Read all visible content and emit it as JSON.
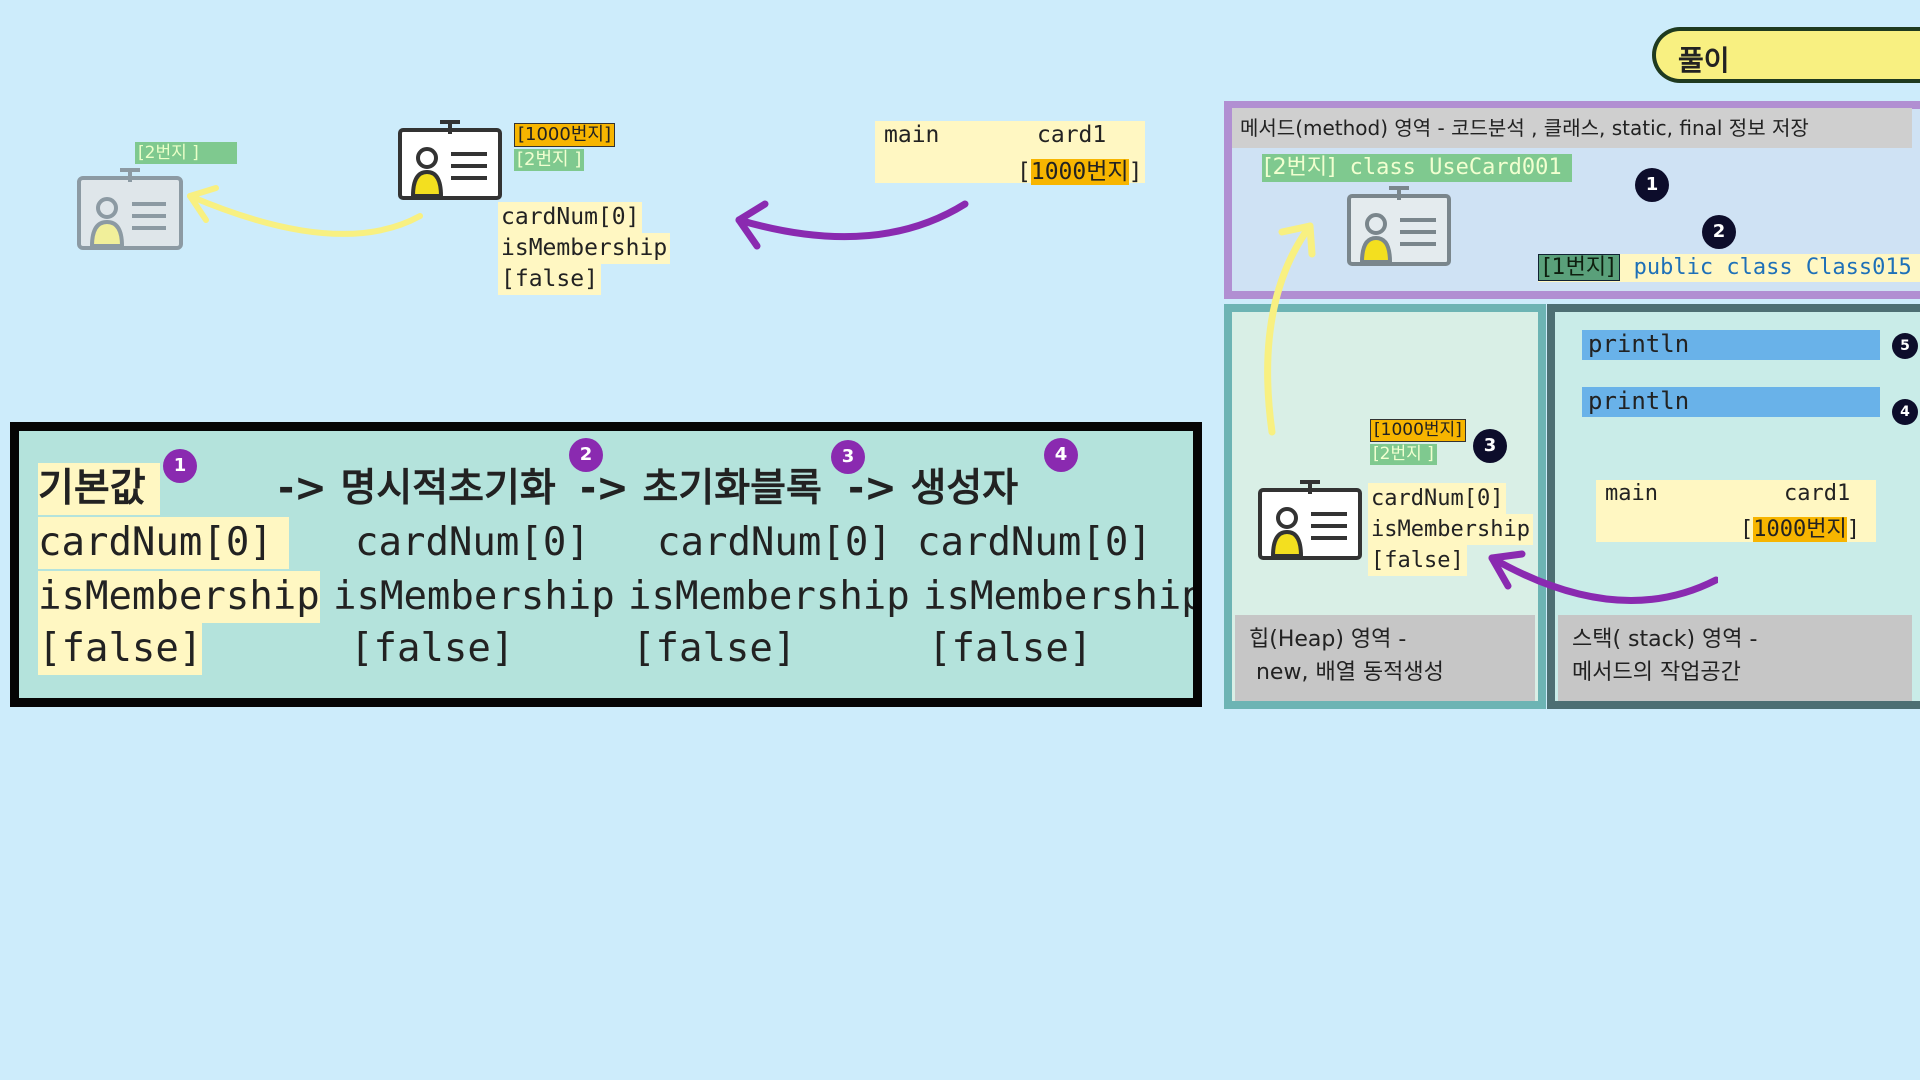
{
  "title": "풀이",
  "top_diagram": {
    "small_card_addr": "[2번지   ]",
    "card_addr_1000": "[1000번지]",
    "card_addr_2": "[2번지    ]",
    "fields": [
      "cardNum[0]",
      "isMembership",
      "[false]"
    ],
    "ref_box": {
      "label_main": "main",
      "label_var": "card1",
      "open_bracket": "[",
      "value": "1000번지",
      "close_bracket": "]"
    }
  },
  "init_order": {
    "steps": [
      {
        "num": "1",
        "label": "기본값"
      },
      {
        "num": "2",
        "label": "-> 명시적초기화"
      },
      {
        "num": "3",
        "label": "-> 초기화블록"
      },
      {
        "num": "4",
        "label": "-> 생성자"
      }
    ],
    "columns": [
      [
        "cardNum[0]",
        "isMembership",
        "[false]"
      ],
      [
        "cardNum[0]",
        "isMembership",
        "[false]"
      ],
      [
        "cardNum[0]",
        "isMembership",
        "[false]"
      ],
      [
        "cardNum[0]",
        "isMembership",
        "[false]"
      ]
    ]
  },
  "memory": {
    "method_area": {
      "header": "메서드(method) 영역   - 코드분석  , 클래스, static, final 정보 저장",
      "class_addr": "[2번지]",
      "class_name": "class  UseCard001",
      "public_addr": "[1번지]",
      "public_class": "public class   Class015",
      "badges": [
        "1",
        "2"
      ]
    },
    "heap_area": {
      "addr_1000": "[1000번지]",
      "addr_2": "[2번지    ]",
      "badge": "3",
      "fields": [
        "cardNum[0]",
        "isMembership",
        "[false]"
      ],
      "footer_line1": "힙(Heap) 영역 -",
      "footer_line2": " new, 배열 동적생성"
    },
    "stack_area": {
      "frames": [
        {
          "label": "println",
          "badge": "5"
        },
        {
          "label": "println",
          "badge": "4"
        }
      ],
      "main_label": "main",
      "var_label": "card1",
      "open_bracket": "[",
      "value": "1000번지",
      "close_bracket": "]",
      "footer_line1": "스택( stack) 영역 -",
      "footer_line2": "메서드의 작업공간"
    }
  },
  "colors": {
    "background": "#cdecfb",
    "arrow_purple": "#8a2ab0",
    "arrow_yellow": "#f8f081",
    "highlight_orange": "#f7b500",
    "highlight_green": "#7fc98f"
  }
}
